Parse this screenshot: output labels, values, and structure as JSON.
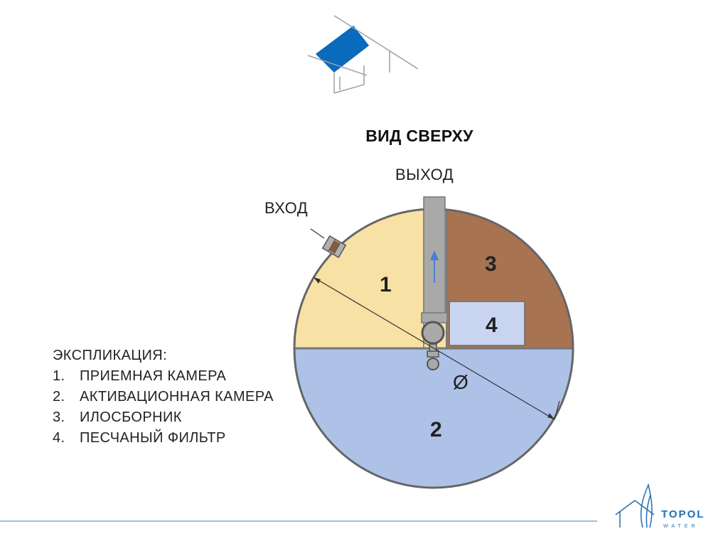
{
  "title": "ВИД СВЕРХУ",
  "labels": {
    "outlet": "ВЫХОД",
    "inlet": "ВХОД",
    "diameter_symbol": "Ø"
  },
  "sections": [
    {
      "number": "1",
      "color": "#f8e1a4"
    },
    {
      "number": "2",
      "color": "#aec2e8"
    },
    {
      "number": "3",
      "color": "#a87350"
    },
    {
      "number": "4",
      "color": "#c9d5f0"
    }
  ],
  "legend": {
    "heading": "ЭКСПЛИКАЦИЯ:",
    "items": [
      {
        "num": "1.",
        "text": "ПРИЕМНАЯ КАМЕРА"
      },
      {
        "num": "2.",
        "text": "АКТИВАЦИОННАЯ КАМЕРА"
      },
      {
        "num": "3.",
        "text": "ИЛОСБОРНИК"
      },
      {
        "num": "4.",
        "text": "ПЕСЧАНЫЙ ФИЛЬТР"
      }
    ]
  },
  "logo": {
    "name": "TOPOL",
    "sub": "WATER",
    "color": "#1f6fb5"
  },
  "colors": {
    "pipe": "#a9a9a9",
    "outline": "#666666",
    "house_roof": "#0a6bbd",
    "footer_line": "#5aa0c8",
    "flow_arrow": "#4a7fd0"
  }
}
